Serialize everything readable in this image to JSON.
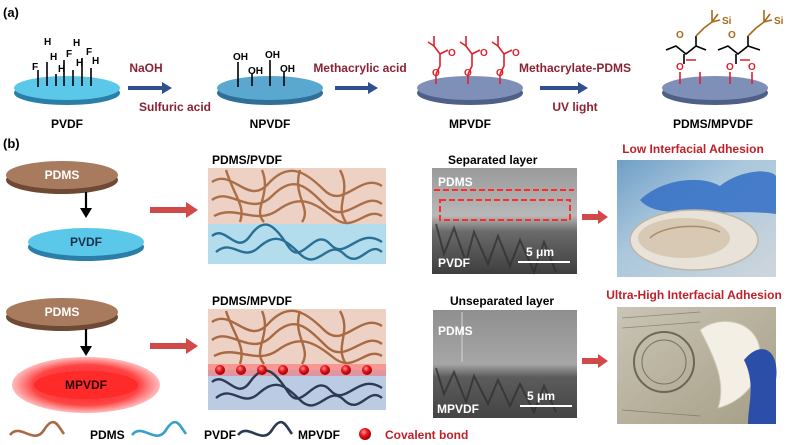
{
  "panel_a": {
    "label": "(a)",
    "stages": [
      "PVDF",
      "NPVDF",
      "MPVDF",
      "PDMS/MPVDF"
    ],
    "reagents": {
      "step1_top": "NaOH",
      "step1_bottom": "Sulfuric acid",
      "step2_top": "Methacrylic acid",
      "step3_top": "Methacrylate-PDMS",
      "step3_bottom": "UV light"
    },
    "atoms": {
      "H": "H",
      "F": "F",
      "OH": "OH",
      "O": "O",
      "Si": "Si"
    }
  },
  "panel_b": {
    "label": "(b)",
    "row1": {
      "top_disc": "PDMS",
      "bottom_disc": "PVDF",
      "cross_section_title": "PDMS/PVDF",
      "sem_title": "Separated layer",
      "sem_top_label": "PDMS",
      "sem_bottom_label": "PVDF",
      "scale_bar": "5 μm",
      "photo_title": "Low Interfacial Adhesion"
    },
    "row2": {
      "top_disc": "PDMS",
      "bottom_disc": "MPVDF",
      "cross_section_title": "PDMS/MPVDF",
      "sem_title": "Unseparated layer",
      "sem_top_label": "PDMS",
      "sem_bottom_label": "MPVDF",
      "scale_bar": "5 μm",
      "photo_title": "Ultra-High Interfacial Adhesion"
    },
    "legend": [
      "PDMS",
      "PVDF",
      "MPVDF",
      "Covalent bond"
    ]
  },
  "colors": {
    "pvdf_blue": "#5bc8ea",
    "npvdf_blue": "#5aa7cf",
    "mpvdf_slate": "#7f90b8",
    "pdms_brown": "#a87a5e",
    "mpvdf_red": "#ff2a2a",
    "reagent_text": "#8b2233",
    "methacrylic_red": "#e0202a",
    "pdms_chain": "#a86a1a",
    "title_red": "#c0202a",
    "arrow_blue": "#2f4f8f",
    "arrow_red": "#d04a4a"
  }
}
